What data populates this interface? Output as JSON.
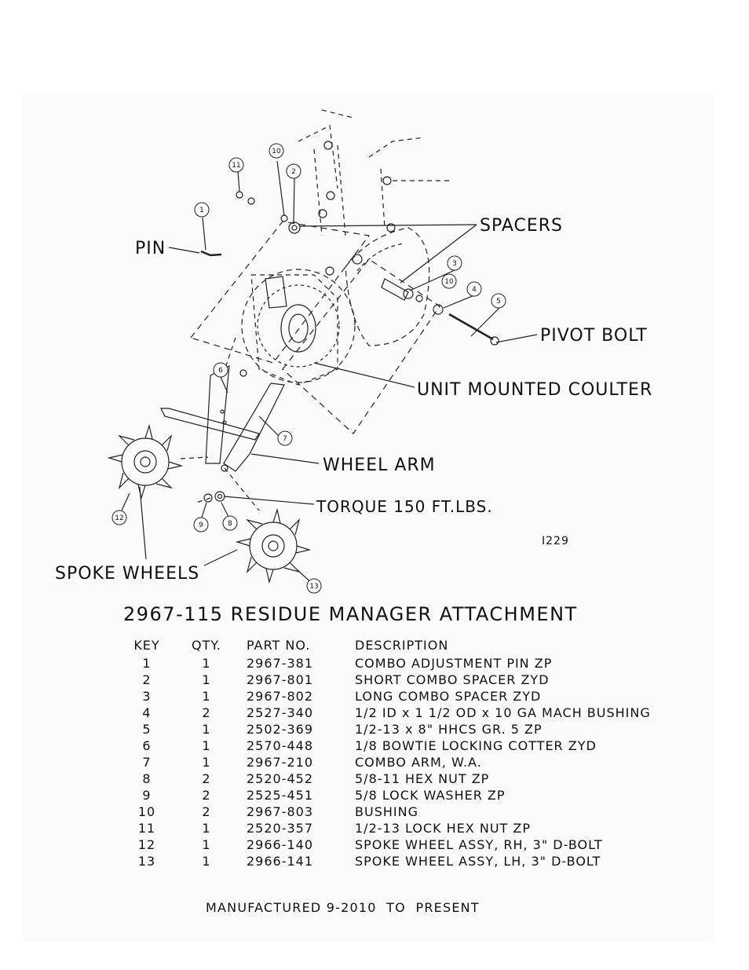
{
  "diagram": {
    "labels": {
      "pin": "PIN",
      "spacers": "SPACERS",
      "pivot_bolt": "PIVOT BOLT",
      "unit_mounted_coulter": "UNIT MOUNTED COULTER",
      "wheel_arm": "WHEEL ARM",
      "torque": "TORQUE 150 FT.LBS.",
      "spoke_wheels": "SPOKE WHEELS",
      "drawing_id": "I229"
    },
    "callouts": [
      "1",
      "2",
      "3",
      "4",
      "5",
      "6",
      "7",
      "8",
      "9",
      "10",
      "10",
      "11",
      "12",
      "13"
    ]
  },
  "title": "2967-115 RESIDUE MANAGER ATTACHMENT",
  "table": {
    "headers": [
      "KEY",
      "QTY.",
      "PART NO.",
      "DESCRIPTION"
    ],
    "rows": [
      [
        "1",
        "1",
        "2967-381",
        "COMBO ADJUSTMENT PIN ZP"
      ],
      [
        "2",
        "1",
        "2967-801",
        "SHORT COMBO SPACER ZYD"
      ],
      [
        "3",
        "1",
        "2967-802",
        "LONG COMBO SPACER ZYD"
      ],
      [
        "4",
        "2",
        "2527-340",
        "1/2 ID x 1 1/2 OD x 10 GA MACH BUSHING"
      ],
      [
        "5",
        "1",
        "2502-369",
        "1/2-13 x 8\" HHCS GR. 5 ZP"
      ],
      [
        "6",
        "1",
        "2570-448",
        "1/8 BOWTIE LOCKING COTTER ZYD"
      ],
      [
        "7",
        "1",
        "2967-210",
        "COMBO ARM, W.A."
      ],
      [
        "8",
        "2",
        "2520-452",
        "5/8-11 HEX NUT ZP"
      ],
      [
        "9",
        "2",
        "2525-451",
        "5/8 LOCK WASHER ZP"
      ],
      [
        "10",
        "2",
        "2967-803",
        "BUSHING"
      ],
      [
        "11",
        "1",
        "2520-357",
        "1/2-13 LOCK HEX NUT ZP"
      ],
      [
        "12",
        "1",
        "2966-140",
        "SPOKE WHEEL ASSY, RH, 3\" D-BOLT"
      ],
      [
        "13",
        "1",
        "2966-141",
        "SPOKE WHEEL ASSY, LH, 3\" D-BOLT"
      ]
    ]
  },
  "footer": "MANUFACTURED 9-2010  TO  PRESENT"
}
